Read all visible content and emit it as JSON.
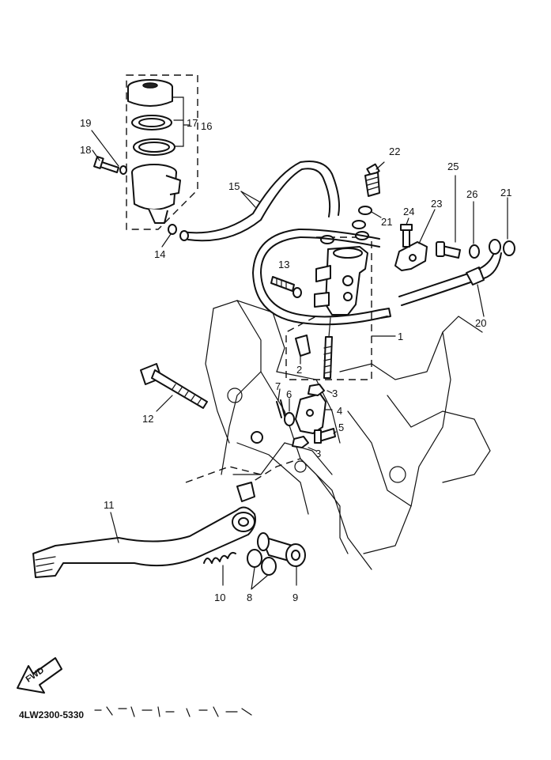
{
  "diagram_code": "4LW2300-5330",
  "fwd_label": "FWD",
  "callouts": [
    {
      "id": "c1",
      "text": "1"
    },
    {
      "id": "c2",
      "text": "2"
    },
    {
      "id": "c3a",
      "text": "3"
    },
    {
      "id": "c3b",
      "text": "3"
    },
    {
      "id": "c4",
      "text": "4"
    },
    {
      "id": "c5",
      "text": "5"
    },
    {
      "id": "c6",
      "text": "6"
    },
    {
      "id": "c7",
      "text": "7"
    },
    {
      "id": "c8",
      "text": "8"
    },
    {
      "id": "c9",
      "text": "9"
    },
    {
      "id": "c10",
      "text": "10"
    },
    {
      "id": "c11",
      "text": "11"
    },
    {
      "id": "c12",
      "text": "12"
    },
    {
      "id": "c13",
      "text": "13"
    },
    {
      "id": "c14",
      "text": "14"
    },
    {
      "id": "c15",
      "text": "15"
    },
    {
      "id": "c16",
      "text": "16"
    },
    {
      "id": "c17",
      "text": "17"
    },
    {
      "id": "c18",
      "text": "18"
    },
    {
      "id": "c19",
      "text": "19"
    },
    {
      "id": "c20",
      "text": "20"
    },
    {
      "id": "c21a",
      "text": "21"
    },
    {
      "id": "c21b",
      "text": "21"
    },
    {
      "id": "c22",
      "text": "22"
    },
    {
      "id": "c23",
      "text": "23"
    },
    {
      "id": "c24",
      "text": "24"
    },
    {
      "id": "c25",
      "text": "25"
    },
    {
      "id": "c26",
      "text": "26"
    }
  ]
}
